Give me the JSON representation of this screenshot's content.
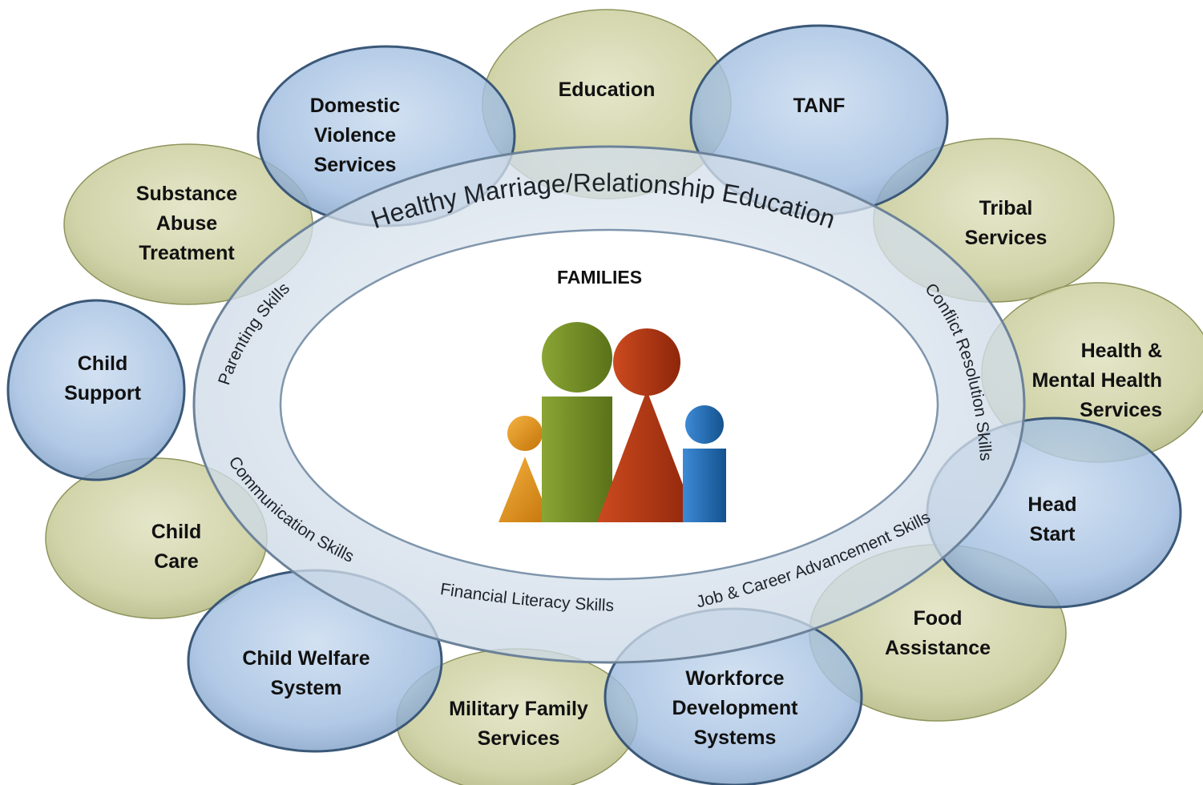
{
  "center": {
    "title": "FAMILIES"
  },
  "ring": {
    "title": "Healthy Marriage/Relationship Education",
    "skills": [
      "Parenting Skills",
      "Conflict Resolution Skills",
      "Communication Skills",
      "Financial Literacy Skills",
      "Job & Career Advancement Skills"
    ]
  },
  "services": [
    {
      "lines": [
        "Education"
      ],
      "color": "olive"
    },
    {
      "lines": [
        "TANF"
      ],
      "color": "blue"
    },
    {
      "lines": [
        "Tribal",
        "Services"
      ],
      "color": "olive"
    },
    {
      "lines": [
        "Health &",
        "Mental Health",
        "Services"
      ],
      "color": "olive"
    },
    {
      "lines": [
        "Head",
        "Start"
      ],
      "color": "blue"
    },
    {
      "lines": [
        "Food",
        "Assistance"
      ],
      "color": "olive"
    },
    {
      "lines": [
        "Workforce",
        "Development",
        "Systems"
      ],
      "color": "blue"
    },
    {
      "lines": [
        "Military Family",
        "Services"
      ],
      "color": "olive"
    },
    {
      "lines": [
        "Child Welfare",
        "System"
      ],
      "color": "blue"
    },
    {
      "lines": [
        "Child",
        "Care"
      ],
      "color": "olive"
    },
    {
      "lines": [
        "Child",
        "Support"
      ],
      "color": "blue"
    },
    {
      "lines": [
        "Substance",
        "Abuse",
        "Treatment"
      ],
      "color": "olive"
    },
    {
      "lines": [
        "Domestic",
        "Violence",
        "Services"
      ],
      "color": "blue"
    }
  ],
  "colors": {
    "olive_fill": "#c9cc9a",
    "olive_stroke": "#8f955d",
    "blue_fill": "#a3bfe0",
    "blue_stroke": "#3b5878",
    "ring_fill": "#dde7f0",
    "ring_stroke": "#6c8299",
    "figure_orange": "#e0921c",
    "figure_green": "#6f8a25",
    "figure_red": "#b03614",
    "figure_blue": "#1f6cb5"
  },
  "icons": [
    "family-figures-icon"
  ]
}
